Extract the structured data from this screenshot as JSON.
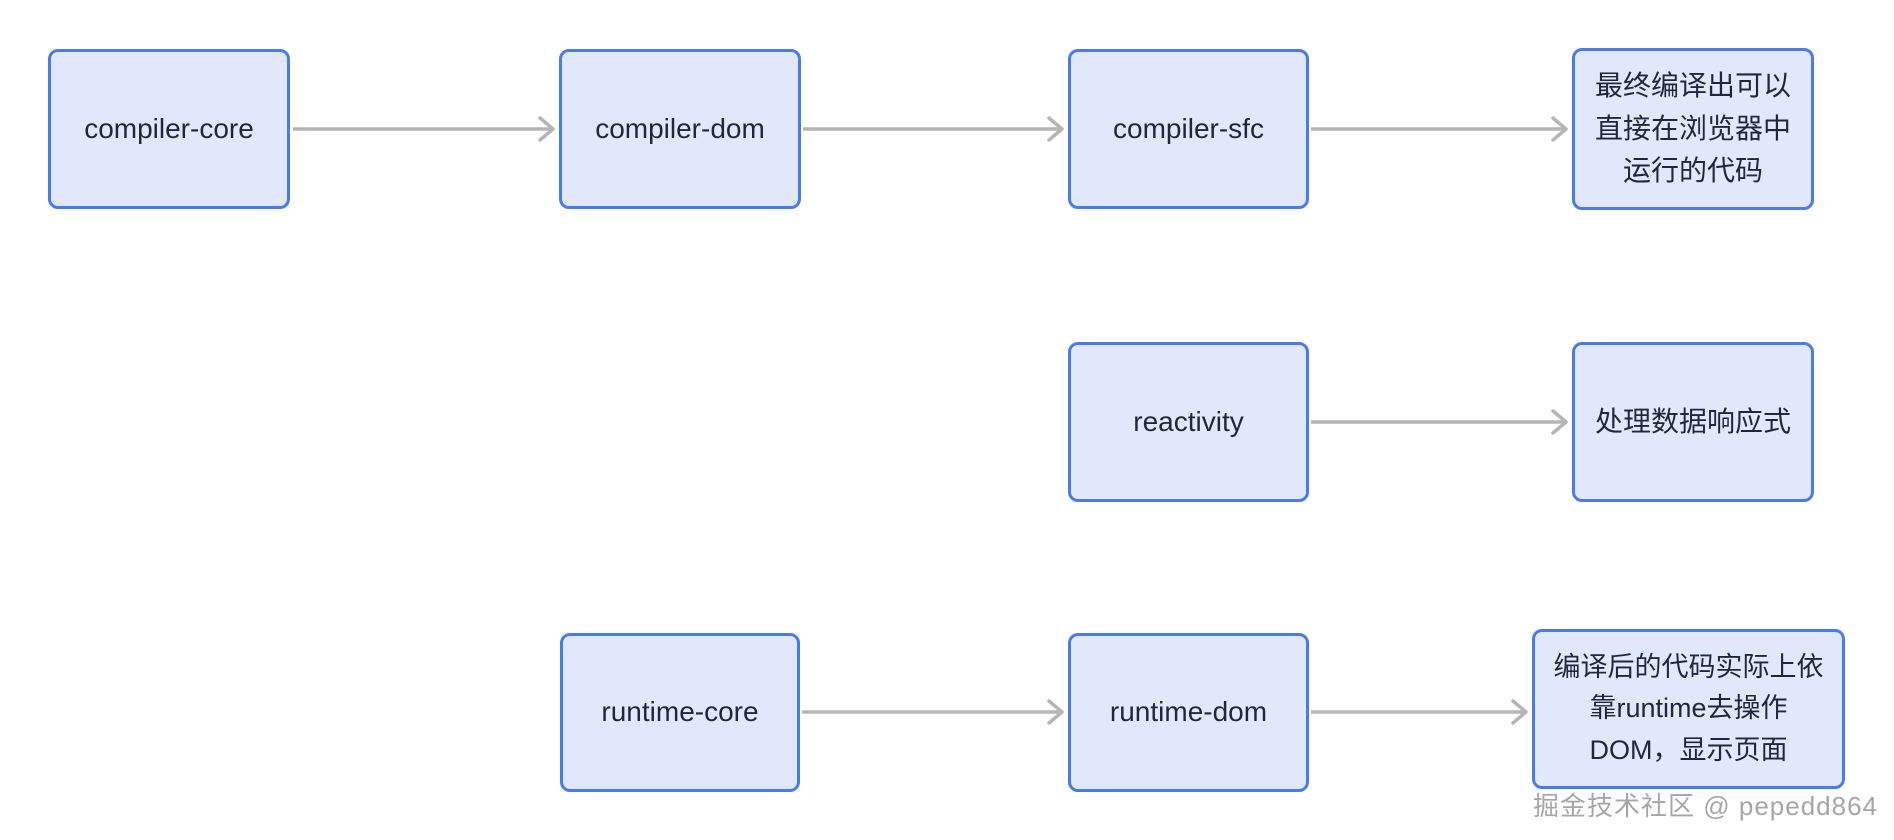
{
  "diagram": {
    "kind": "flowchart",
    "colors": {
      "node_border": "#4a7be8",
      "node_fill": "#e2e8fb",
      "node_text": "#1f2838",
      "arrow": "#b5b5b5",
      "watermark_text": "#a6a6a6",
      "background": "#ffffff"
    },
    "nodes": [
      {
        "id": "compiler-core",
        "label": "compiler-core"
      },
      {
        "id": "compiler-dom",
        "label": "compiler-dom"
      },
      {
        "id": "compiler-sfc",
        "label": "compiler-sfc"
      },
      {
        "id": "compile-output",
        "label": "最终编译出可以\n直接在浏览器中\n运行的代码"
      },
      {
        "id": "reactivity",
        "label": "reactivity"
      },
      {
        "id": "reactivity-desc",
        "label": "处理数据响应式"
      },
      {
        "id": "runtime-core",
        "label": "runtime-core"
      },
      {
        "id": "runtime-dom",
        "label": "runtime-dom"
      },
      {
        "id": "runtime-desc",
        "label": "编译后的代码实际上依\n靠runtime去操作\nDOM，显示页面"
      }
    ],
    "edges": [
      {
        "from": "compiler-core",
        "to": "compiler-dom"
      },
      {
        "from": "compiler-dom",
        "to": "compiler-sfc"
      },
      {
        "from": "compiler-sfc",
        "to": "compile-output"
      },
      {
        "from": "reactivity",
        "to": "reactivity-desc"
      },
      {
        "from": "runtime-core",
        "to": "runtime-dom"
      },
      {
        "from": "runtime-dom",
        "to": "runtime-desc"
      }
    ],
    "watermark": "掘金技术社区 @ pepedd864"
  }
}
